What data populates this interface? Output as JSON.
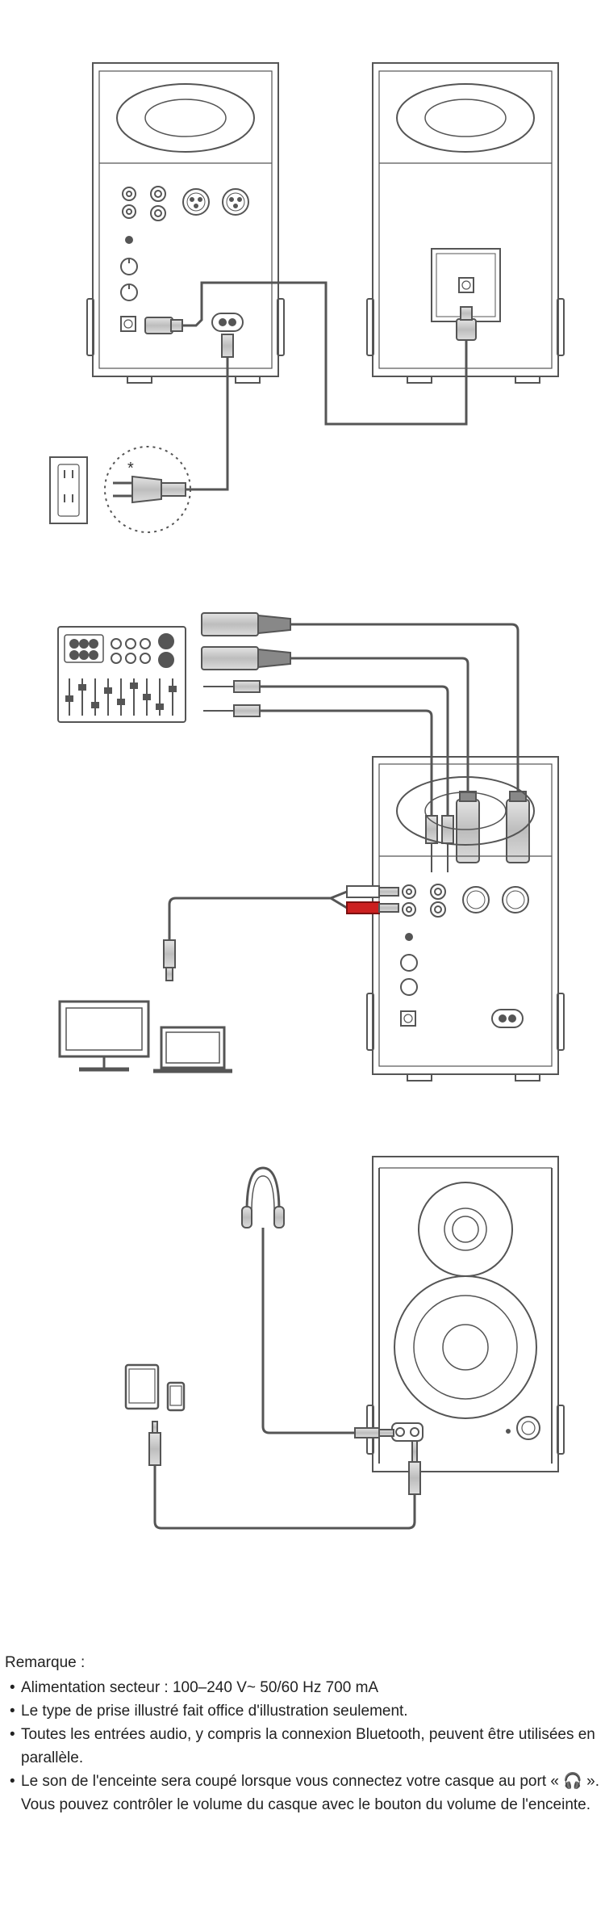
{
  "figure": {
    "icons": {
      "panel1": [
        "speaker-back-panel-icon",
        "passive-speaker-back-icon",
        "power-cable-icon",
        "interconnect-cable-icon",
        "wall-outlet-icon",
        "power-plug-icon"
      ],
      "panel2": [
        "audio-mixer-icon",
        "xlr-cable-icon",
        "trs-cable-icon",
        "rca-cable-icon",
        "aux-cable-icon",
        "monitor-icon",
        "laptop-icon"
      ],
      "panel3": [
        "headphones-icon",
        "tablet-icon",
        "phone-icon",
        "speaker-front-icon"
      ]
    },
    "asterisk": "*",
    "colors": {
      "line": "#555555",
      "fill": "#cfcfcf",
      "rca_red": "#cc2020",
      "rca_white": "#ffffff"
    }
  },
  "notes": {
    "title": "Remarque :",
    "items": [
      "Alimentation secteur : 100–240 V~ 50/60 Hz 700 mA",
      "Le type de prise illustré fait office d'illustration seulement.",
      "Toutes les entrées audio, y compris la connexion Bluetooth, peuvent être utilisées en parallèle.",
      "Le son de l'enceinte sera coupé lorsque vous connectez votre casque au port « 🎧 ». Vous pouvez contrôler le volume du casque avec le bouton du volume de l'enceinte."
    ]
  }
}
